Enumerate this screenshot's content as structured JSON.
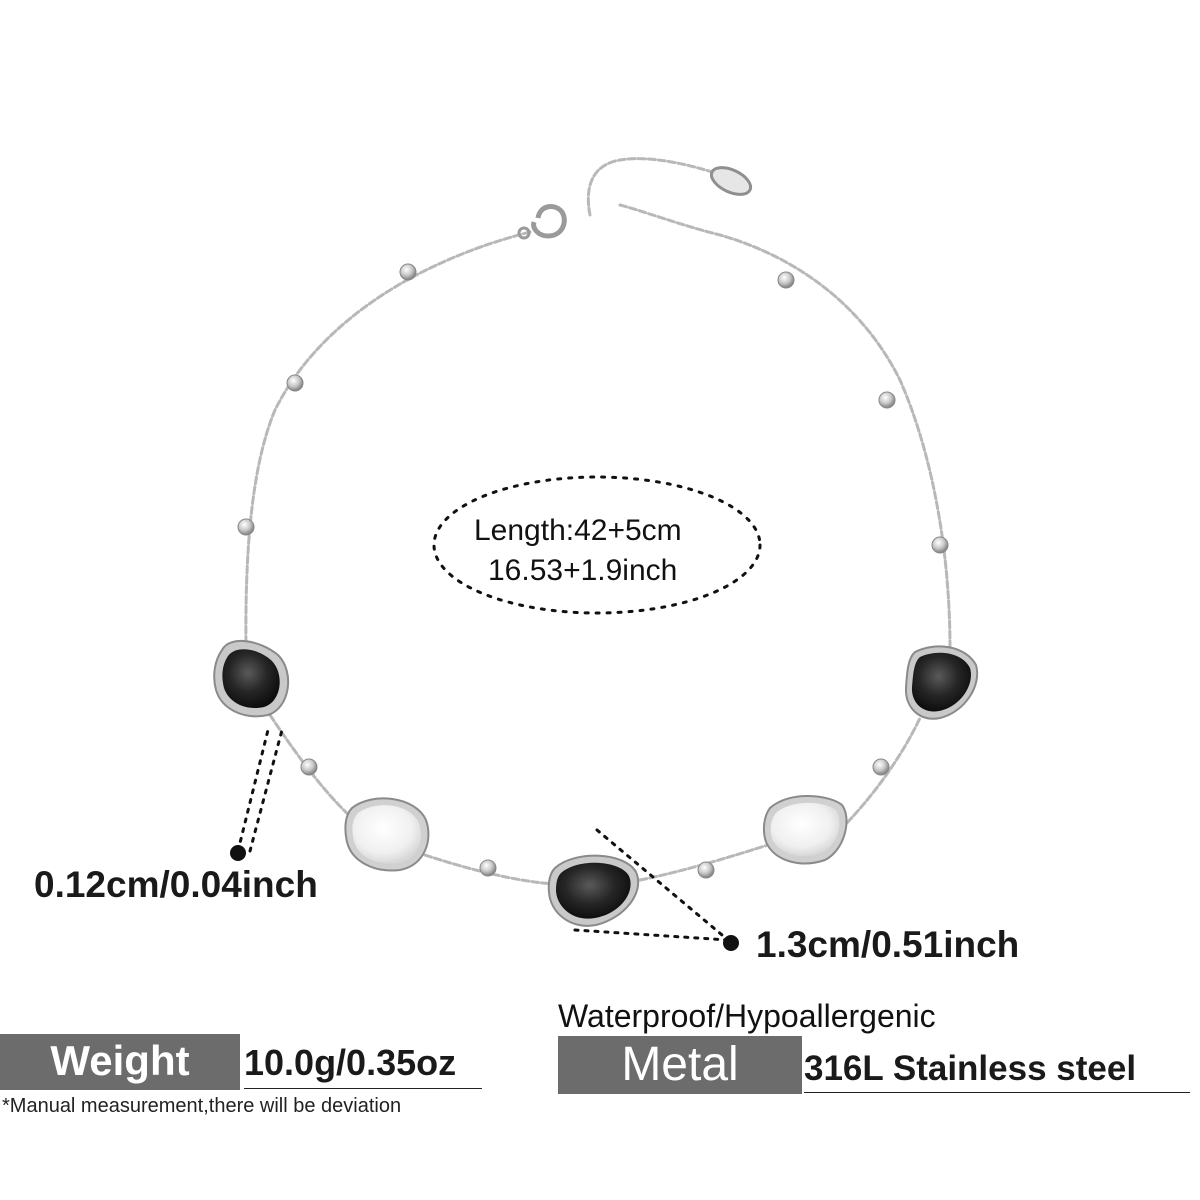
{
  "product": {
    "length_line1": "Length:42+5cm",
    "length_line2": "16.53+1.9inch",
    "thickness": "0.12cm/0.04inch",
    "stone_width": "1.3cm/0.51inch",
    "properties": "Waterproof/Hypoallergenic",
    "weight_label": "Weight",
    "weight_value": "10.0g/0.35oz",
    "metal_label": "Metal",
    "metal_value": "316L Stainless steel",
    "note": "*Manual measurement,there will be deviation"
  },
  "colors": {
    "chain": "#bdbdbd",
    "black_stone": "#202020",
    "white_stone": "#f2f2f2",
    "tag_bg": "#6c6c6c"
  }
}
